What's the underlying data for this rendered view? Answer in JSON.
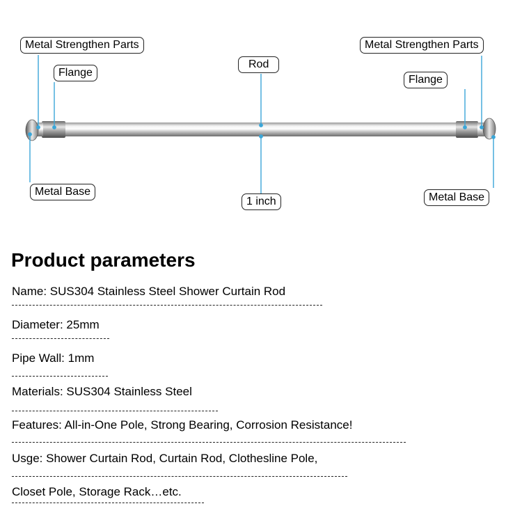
{
  "diagram": {
    "labels": {
      "strengthen_left": "Metal Strengthen Parts",
      "flange_left": "Flange",
      "rod": "Rod",
      "strengthen_right": "Metal Strengthen Parts",
      "flange_right": "Flange",
      "base_left": "Metal Base",
      "diameter": "1 inch",
      "base_right": "Metal Base"
    },
    "colors": {
      "leader_line": "#3aa6d8",
      "rod_light": "#f4f4f4",
      "rod_dark": "#8a8a8a"
    }
  },
  "section": {
    "title": "Product parameters"
  },
  "params": [
    "Name: SUS304 Stainless Steel Shower Curtain Rod",
    "Diameter: 25mm",
    "Pipe Wall: 1mm",
    "Materials: SUS304 Stainless Steel",
    "Features: All-in-One Pole, Strong Bearing, Corrosion Resistance!",
    "Usge: Shower Curtain Rod, Curtain Rod, Clothesline Pole,",
    "Closet Pole, Storage Rack…etc."
  ]
}
